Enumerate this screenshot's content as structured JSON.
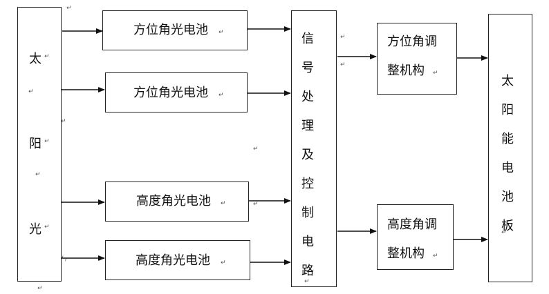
{
  "sun_light": {
    "chars": [
      "太",
      "阳",
      "光"
    ]
  },
  "sensors": [
    {
      "label": "方位角光电池"
    },
    {
      "label": "方位角光电池"
    },
    {
      "label": "高度角光电池"
    },
    {
      "label": "高度角光电池"
    }
  ],
  "processor": {
    "chars": [
      "信",
      "号",
      "处",
      "理",
      "及",
      "控",
      "制",
      "电",
      "路"
    ]
  },
  "actuators": [
    {
      "line1": "方位角调",
      "line2": "整机构"
    },
    {
      "line1": "高度角调",
      "line2": "整机构"
    }
  ],
  "panel": {
    "chars": [
      "太",
      "阳",
      "能",
      "电",
      "池",
      "板"
    ]
  },
  "marks": {
    "return": "↵",
    "tab": "ㄣ"
  }
}
